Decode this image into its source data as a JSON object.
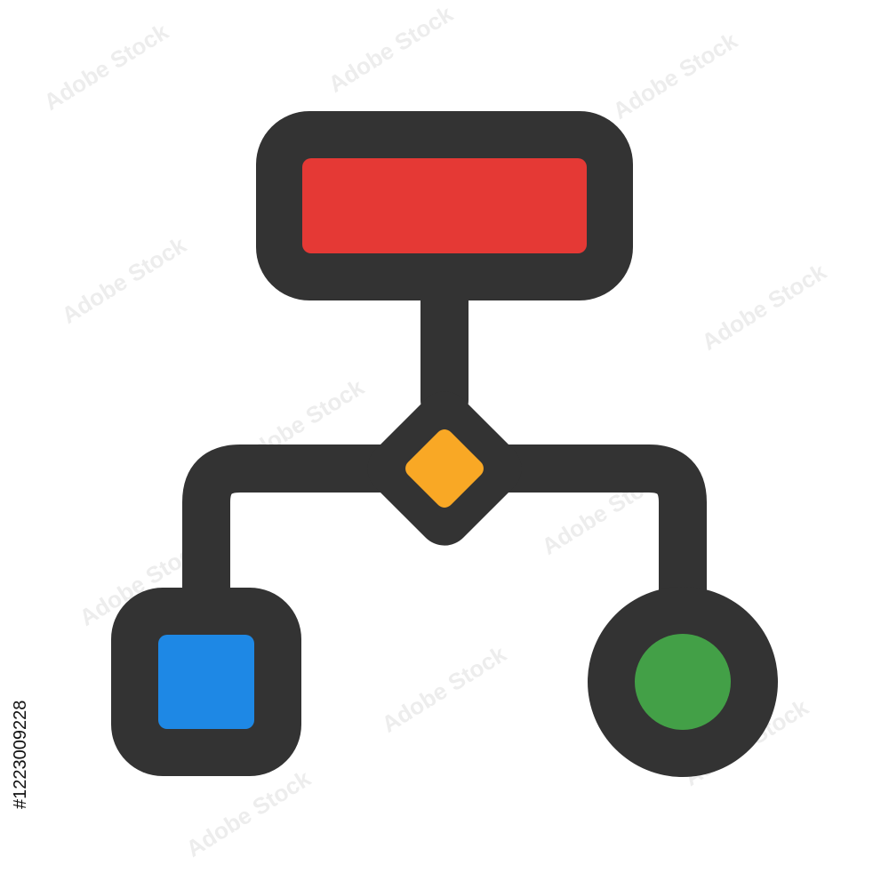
{
  "icon": {
    "name": "flowchart-icon",
    "outline_color": "#333333",
    "nodes": {
      "process": {
        "shape": "rounded-rectangle",
        "fill": "#e53935"
      },
      "decision": {
        "shape": "diamond",
        "fill": "#f9a825"
      },
      "left_output": {
        "shape": "rounded-square",
        "fill": "#1e88e5"
      },
      "right_output": {
        "shape": "circle",
        "fill": "#43a047"
      }
    }
  },
  "watermark": {
    "text": "Adobe Stock",
    "stock_id": "#1223009228"
  }
}
